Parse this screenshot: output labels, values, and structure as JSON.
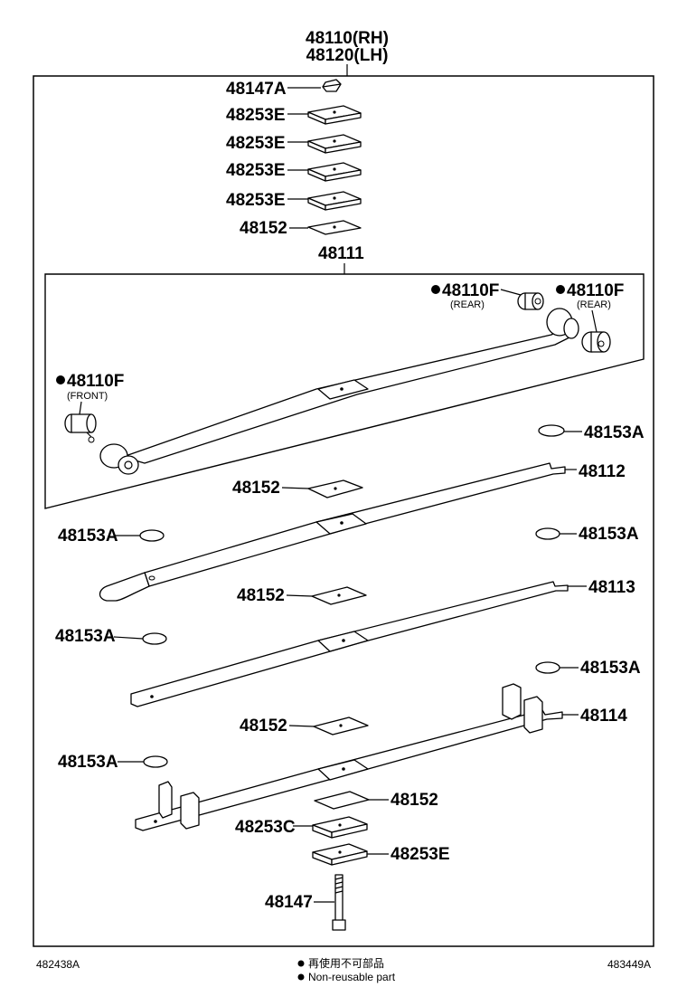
{
  "title": {
    "line1": "48110(RH)",
    "line2": "48120(LH)"
  },
  "stack_labels": [
    "48147A",
    "48253E",
    "48253E",
    "48253E",
    "48253E",
    "48152"
  ],
  "assembly_label": "48111",
  "bushing_labels": {
    "rear_a": "48110F",
    "rear_a_note": "(REAR)",
    "rear_b": "48110F",
    "rear_b_note": "(REAR)",
    "front": "48110F",
    "front_note": "(FRONT)"
  },
  "leaf_labels": {
    "pad_1": "48153A",
    "leaf_2": "48112",
    "plate_1": "48152",
    "pad_2": "48153A",
    "pad_3": "48153A",
    "plate_2": "48152",
    "leaf_3": "48113",
    "pad_4": "48153A",
    "pad_5": "48153A",
    "plate_3": "48152",
    "leaf_4": "48114",
    "pad_6": "48153A",
    "plate_4": "48152",
    "spacer_c": "48253C",
    "spacer_e": "48253E",
    "bolt": "48147"
  },
  "footer": {
    "left_code": "482438A",
    "right_code": "483449A",
    "legend_jp": "再使用不可部品",
    "legend_en": "Non-reusable part"
  }
}
